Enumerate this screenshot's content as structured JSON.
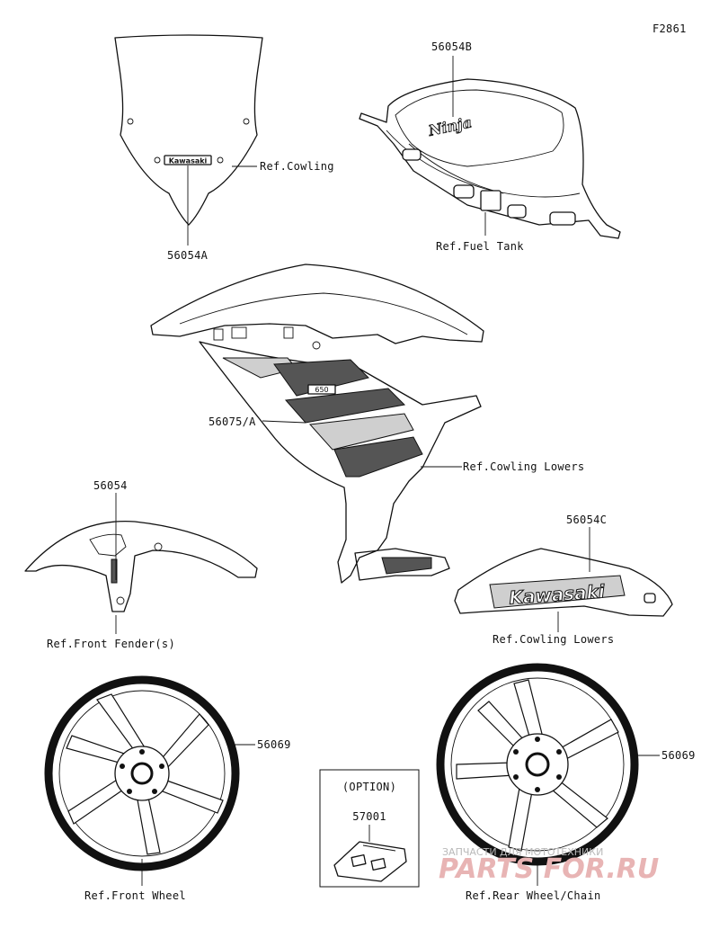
{
  "figure_id": "F2861",
  "labels": {
    "windshield_part": "56054A",
    "windshield_ref": "Ref.Cowling",
    "tank_part": "56054B",
    "tank_ref": "Ref.Fuel Tank",
    "cowling_part": "56075/A",
    "cowling_ref": "Ref.Cowling Lowers",
    "fender_part": "56054",
    "fender_ref": "Ref.Front Fender(s)",
    "lower_part": "56054C",
    "lower_ref": "Ref.Cowling Lowers",
    "front_wheel_part": "56069",
    "front_wheel_ref": "Ref.Front Wheel",
    "rear_wheel_part": "56069",
    "rear_wheel_ref": "Ref.Rear Wheel/Chain",
    "option_title": "(OPTION)",
    "option_part": "57001"
  },
  "decal_text": {
    "windshield_logo": "Kawasaki",
    "tank_logo": "Ninja",
    "lower_logo": "Kawasaki",
    "cowl_badge": "650"
  },
  "watermark": {
    "line1": "ЗАПЧАСТИ ДЛЯ МОТОТЕХНИКИ",
    "line2": "PARTS FOR.RU"
  }
}
